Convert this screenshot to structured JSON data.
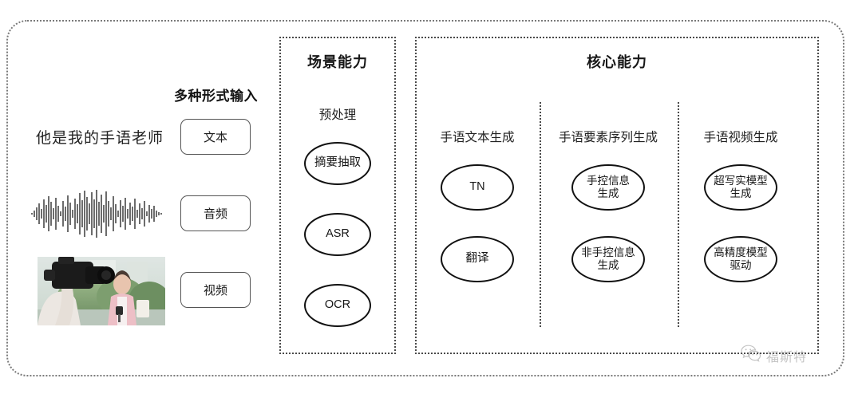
{
  "diagram": {
    "title_semantic": "sign-language-generation-capability-architecture",
    "outer_frame": {
      "style": "rounded-dotted-border"
    }
  },
  "input_section": {
    "heading": "多种形式输入",
    "sample_text": "他是我的手语老师",
    "modalities": [
      {
        "label": "文本",
        "icon": "text-icon"
      },
      {
        "label": "音频",
        "icon": "waveform-icon"
      },
      {
        "label": "视频",
        "icon": "video-thumbnail-icon"
      }
    ],
    "video_thumbnail_description": "摄像师拍摄粉色西装女记者手持话筒户外采访"
  },
  "scene_panel": {
    "title": "场景能力",
    "group_label": "预处理",
    "nodes": [
      {
        "label": "摘要抽取"
      },
      {
        "label": "ASR"
      },
      {
        "label": "OCR"
      }
    ]
  },
  "core_panel": {
    "title": "核心能力",
    "columns": [
      {
        "label": "手语文本生成",
        "nodes": [
          {
            "label": "TN"
          },
          {
            "label": "翻译"
          }
        ]
      },
      {
        "label": "手语要素序列生成",
        "nodes": [
          {
            "label": "手控信息\n生成"
          },
          {
            "label": "非手控信息\n生成"
          }
        ]
      },
      {
        "label": "手语视频生成",
        "nodes": [
          {
            "label": "超写实模型\n生成"
          },
          {
            "label": "高精度模型\n驱动"
          }
        ]
      }
    ]
  },
  "watermark": {
    "text": "福斯特",
    "icon": "wechat-icon"
  },
  "colors": {
    "border": "#4a4a4a",
    "outer_border": "#7a7a7a",
    "node_border": "#111111",
    "text": "#1c1c1c",
    "background": "#ffffff",
    "watermark": "#8a8a8a"
  }
}
